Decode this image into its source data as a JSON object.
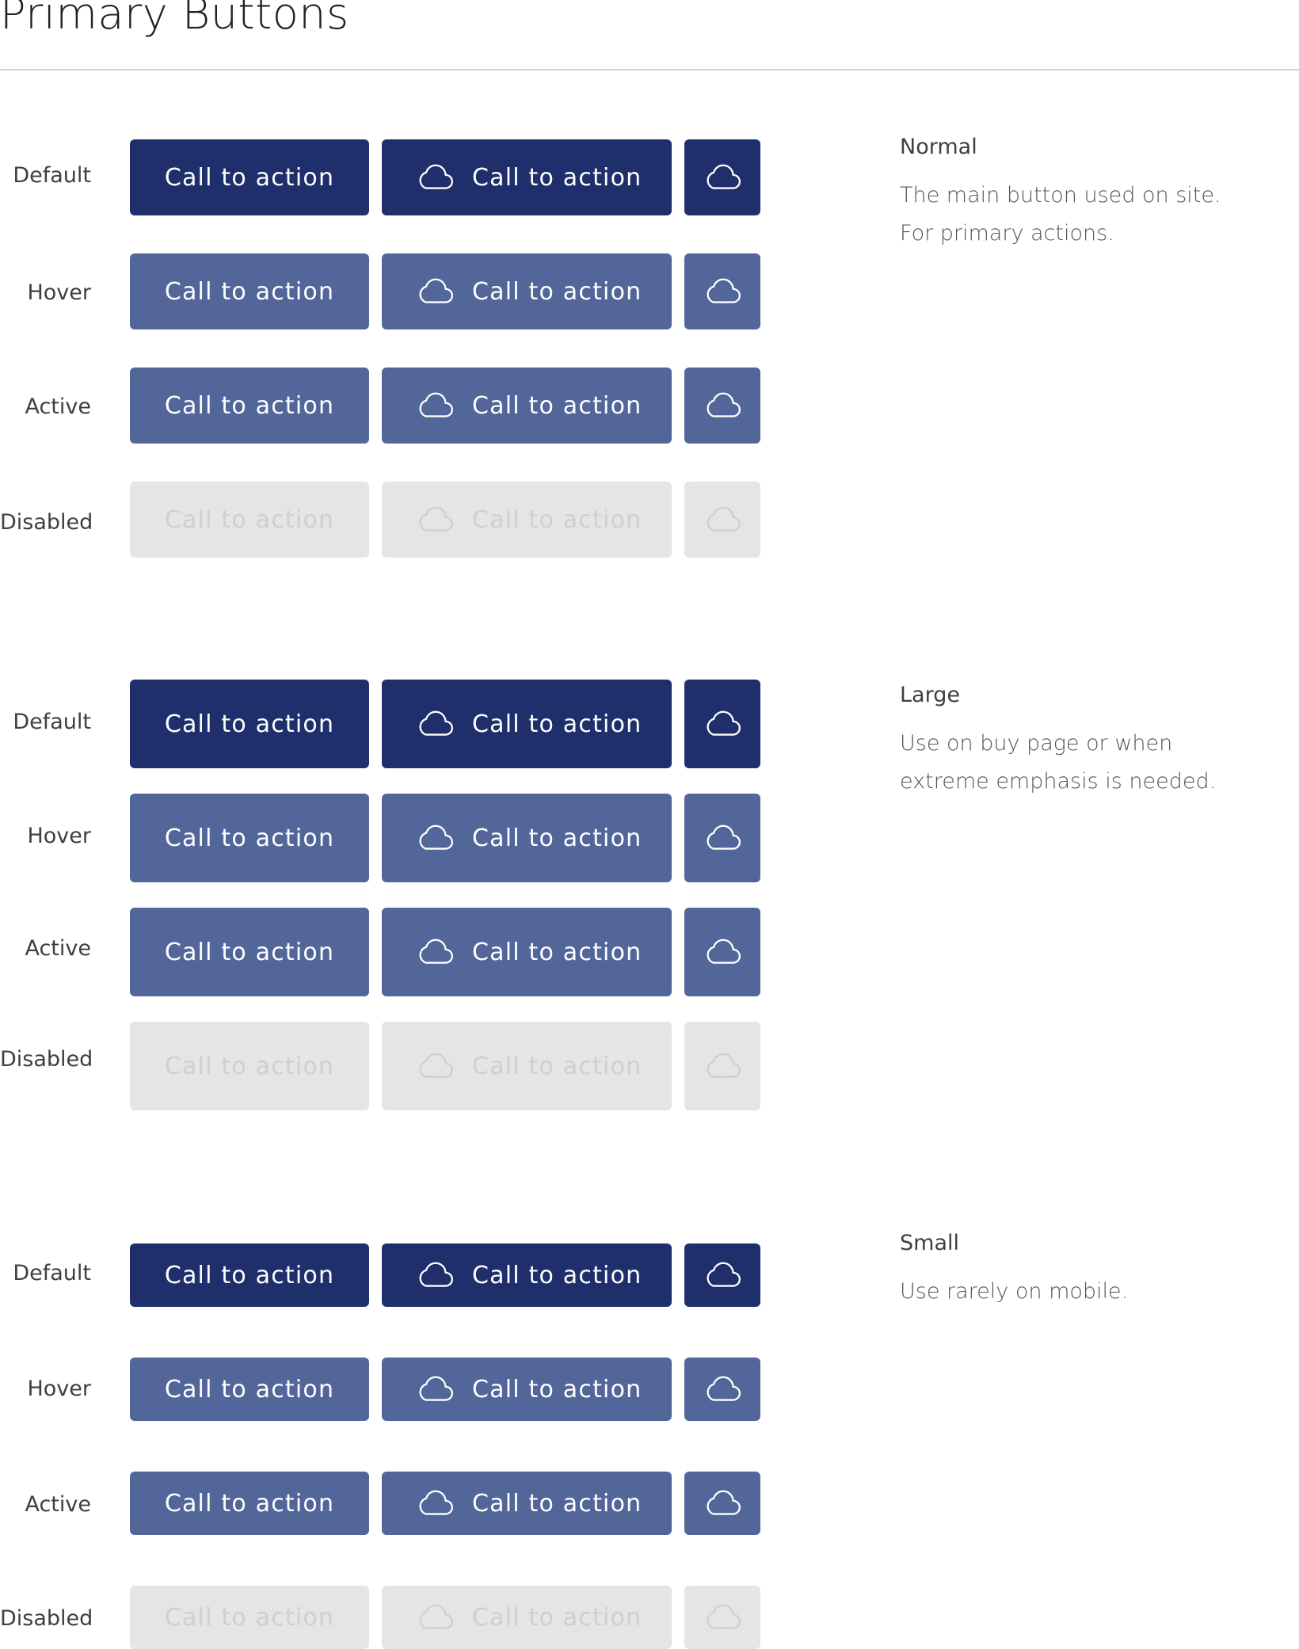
{
  "page": {
    "title": "Primary Buttons"
  },
  "colors": {
    "default_bg": "#1f2f6c",
    "hover_bg": "#536699",
    "active_bg": "#536699",
    "disabled_bg": "#e5e5e5",
    "disabled_text": "#cfcfcf",
    "text": "#ffffff"
  },
  "icons": {
    "button_icon": "cloud-icon"
  },
  "sections": [
    {
      "id": "normal",
      "title": "Normal",
      "description": [
        "The main button used on site.",
        "For primary actions."
      ],
      "states": [
        {
          "label": "Default",
          "button_text": "Call to action"
        },
        {
          "label": "Hover",
          "button_text": "Call to action"
        },
        {
          "label": "Active",
          "button_text": "Call to action"
        },
        {
          "label": "Disabled",
          "button_text": "Call to action"
        }
      ]
    },
    {
      "id": "large",
      "title": "Large",
      "description": [
        "Use on buy page or when",
        "extreme emphasis is needed."
      ],
      "states": [
        {
          "label": "Default",
          "button_text": "Call to action"
        },
        {
          "label": "Hover",
          "button_text": "Call to action"
        },
        {
          "label": "Active",
          "button_text": "Call to action"
        },
        {
          "label": "Disabled",
          "button_text": "Call to action"
        }
      ]
    },
    {
      "id": "small",
      "title": "Small",
      "description": [
        "Use rarely on mobile."
      ],
      "states": [
        {
          "label": "Default",
          "button_text": "Call to action"
        },
        {
          "label": "Hover",
          "button_text": "Call to action"
        },
        {
          "label": "Active",
          "button_text": "Call to action"
        },
        {
          "label": "Disabled",
          "button_text": "Call to action"
        }
      ]
    }
  ]
}
